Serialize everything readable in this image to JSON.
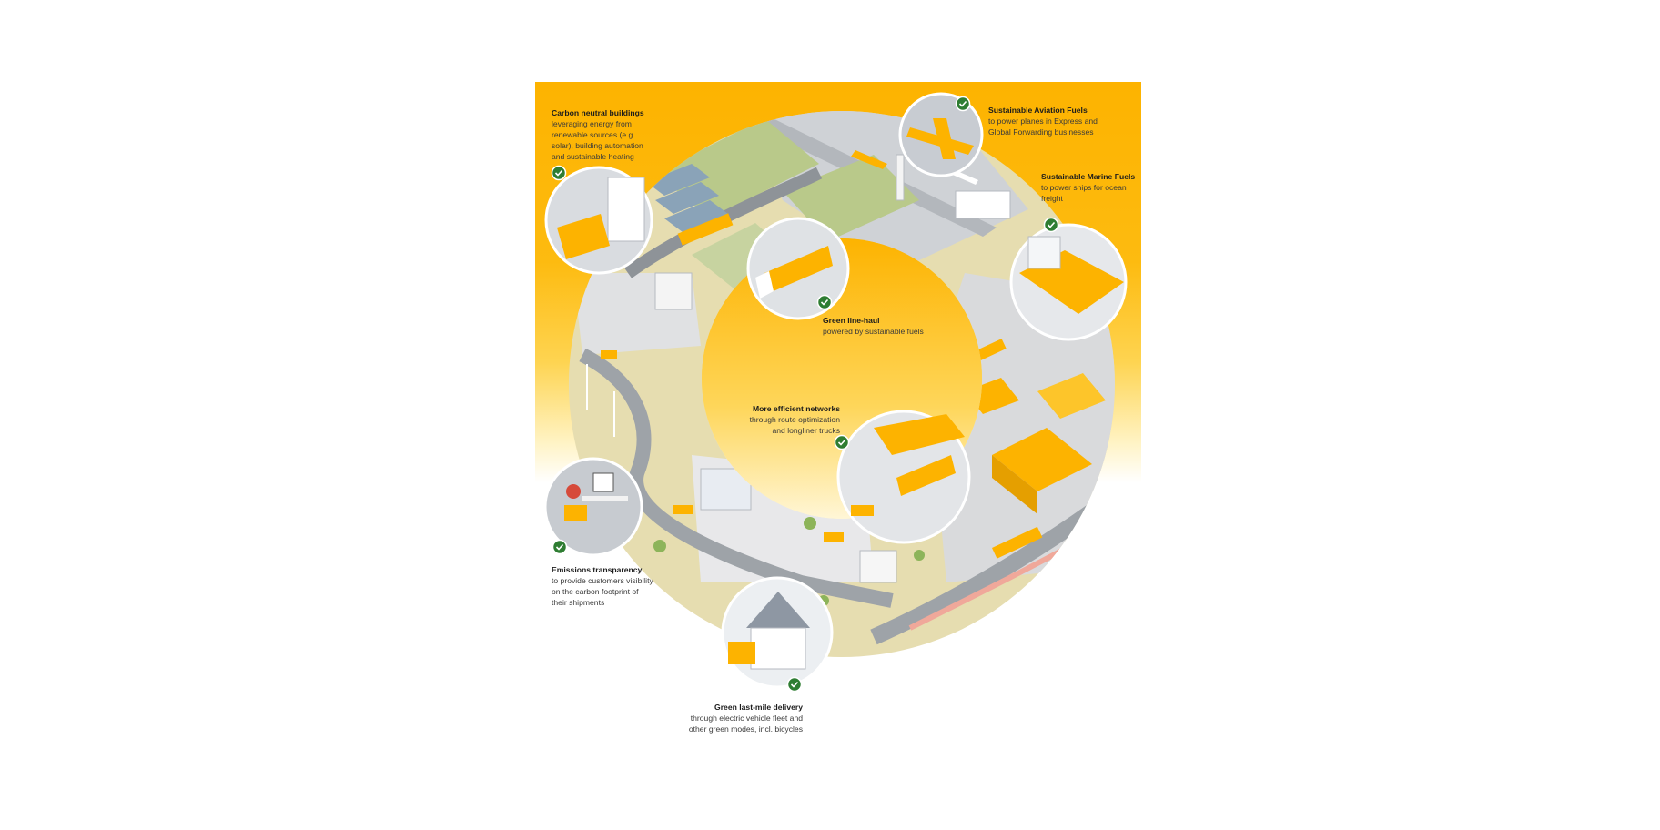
{
  "colors": {
    "brand_yellow": "#fdb300",
    "brand_red": "#d40511",
    "ring_beige": "#e6ddb0",
    "road_gray": "#9ea3a8",
    "check_green": "#2e7d32"
  },
  "callouts": [
    {
      "id": "carbon-neutral-buildings",
      "title": "Carbon neutral buildings",
      "description": "leveraging energy from\nrenewable sources (e.g.\nsolar), building automation\nand sustainable heating",
      "icon": "check-badge-icon"
    },
    {
      "id": "sustainable-aviation-fuels",
      "title": "Sustainable Aviation Fuels",
      "description": "to power planes in Express and\nGlobal Forwarding businesses",
      "icon": "check-badge-icon"
    },
    {
      "id": "sustainable-marine-fuels",
      "title": "Sustainable Marine Fuels",
      "description": "to power ships for ocean\nfreight",
      "icon": "check-badge-icon"
    },
    {
      "id": "green-line-haul",
      "title": "Green line-haul",
      "description": "powered by sustainable fuels",
      "icon": "check-badge-icon"
    },
    {
      "id": "more-efficient-networks",
      "title": "More efficient networks",
      "description": "through route optimization\nand longliner trucks",
      "icon": "check-badge-icon"
    },
    {
      "id": "emissions-transparency",
      "title": "Emissions transparency",
      "description": "to provide customers visibility\non the carbon footprint of\ntheir shipments",
      "icon": "check-badge-icon"
    },
    {
      "id": "green-last-mile-delivery",
      "title": "Green last-mile delivery",
      "description": "through electric vehicle fleet and\nother green modes, incl. bicycles",
      "icon": "check-badge-icon"
    }
  ]
}
